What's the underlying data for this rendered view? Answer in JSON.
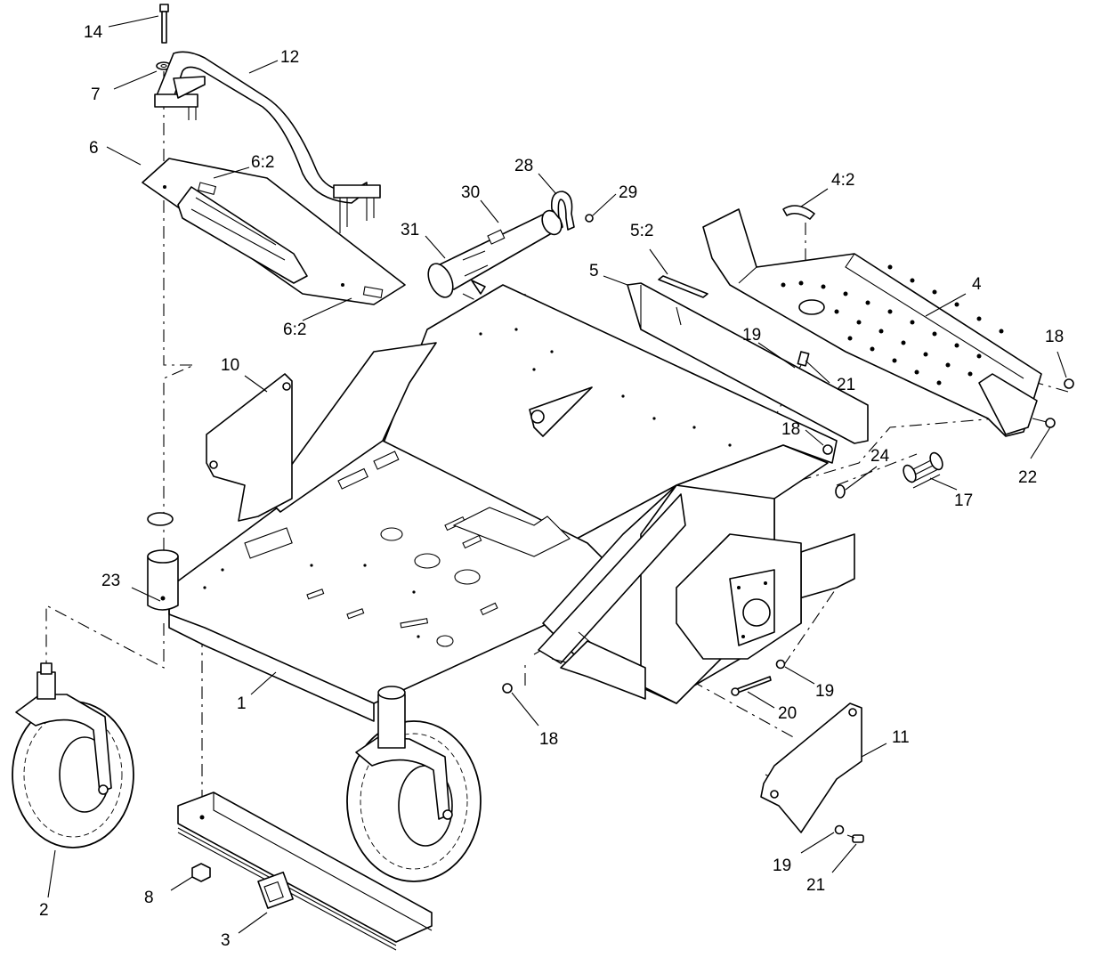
{
  "callouts": [
    {
      "key": "c14",
      "text": "14"
    },
    {
      "key": "c12",
      "text": "12"
    },
    {
      "key": "c7",
      "text": "7"
    },
    {
      "key": "c6",
      "text": "6"
    },
    {
      "key": "c6_2a",
      "text": "6:2"
    },
    {
      "key": "c6_2b",
      "text": "6:2"
    },
    {
      "key": "c28",
      "text": "28"
    },
    {
      "key": "c30",
      "text": "30"
    },
    {
      "key": "c29",
      "text": "29"
    },
    {
      "key": "c31",
      "text": "31"
    },
    {
      "key": "c4_2",
      "text": "4:2"
    },
    {
      "key": "c5_2",
      "text": "5:2"
    },
    {
      "key": "c5",
      "text": "5"
    },
    {
      "key": "c4",
      "text": "4"
    },
    {
      "key": "c18a",
      "text": "18"
    },
    {
      "key": "c19a",
      "text": "19"
    },
    {
      "key": "c21a",
      "text": "21"
    },
    {
      "key": "c10",
      "text": "10"
    },
    {
      "key": "c18b",
      "text": "18"
    },
    {
      "key": "c24",
      "text": "24"
    },
    {
      "key": "c22",
      "text": "22"
    },
    {
      "key": "c17",
      "text": "17"
    },
    {
      "key": "c23",
      "text": "23"
    },
    {
      "key": "c1",
      "text": "1"
    },
    {
      "key": "c18c",
      "text": "18"
    },
    {
      "key": "c19b",
      "text": "19"
    },
    {
      "key": "c20",
      "text": "20"
    },
    {
      "key": "c11",
      "text": "11"
    },
    {
      "key": "c2",
      "text": "2"
    },
    {
      "key": "c8",
      "text": "8"
    },
    {
      "key": "c3",
      "text": "3"
    },
    {
      "key": "c19c",
      "text": "19"
    },
    {
      "key": "c21b",
      "text": "21"
    }
  ]
}
